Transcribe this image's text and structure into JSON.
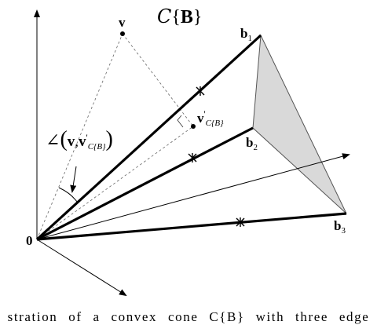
{
  "labels": {
    "cone_title_script": "C",
    "cone_title_open": "{",
    "cone_title_B": "B",
    "cone_title_close": "}",
    "v": "v",
    "b1": "b",
    "b1_sub": "1",
    "b2": "b",
    "b2_sub": "2",
    "b3": "b",
    "b3_sub": "3",
    "origin": "0",
    "vproj": "v",
    "vproj_sup": "'",
    "vproj_sub": "C{B}",
    "angle_symbol": "∠",
    "angle_open": "(",
    "angle_v": "v",
    "angle_comma": ",",
    "angle_v2": "v",
    "angle_v2_sup": "'",
    "angle_v2_sub": "C{B}",
    "angle_close": ")"
  },
  "caption": "stration of a convex cone C{B} with three edge",
  "colors": {
    "line": "#000000",
    "face_fill": "#d9d9d9",
    "thin_line": "#555555"
  }
}
